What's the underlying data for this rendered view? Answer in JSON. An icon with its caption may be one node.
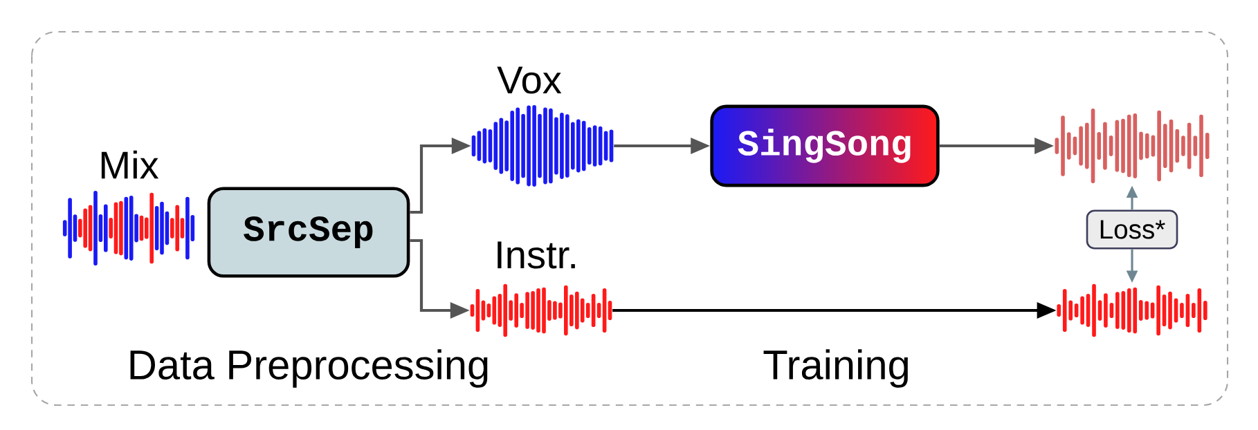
{
  "diagram": {
    "nodes": [
      {
        "text": [],
        "shape": "waveform",
        "beside": [
          "Mix"
        ]
      },
      {
        "text": [
          "SrcSep"
        ]
      },
      {
        "text": [],
        "shape": "waveform",
        "beside": [
          "Vox"
        ]
      },
      {
        "text": [],
        "shape": "waveform",
        "beside": [
          "Instr."
        ]
      },
      {
        "text": [
          "SingSong"
        ]
      },
      {
        "text": [],
        "shape": "waveform"
      },
      {
        "text": [
          "Loss*"
        ]
      },
      {
        "text": [],
        "shape": "waveform"
      }
    ],
    "edges": [
      {
        "from": 1,
        "to": 2,
        "arrow": "to"
      },
      {
        "from": 1,
        "to": 3,
        "arrow": "to"
      },
      {
        "from": 2,
        "to": 4,
        "arrow": "to"
      },
      {
        "from": 4,
        "to": 5,
        "arrow": "to"
      },
      {
        "from": 3,
        "to": 7,
        "arrow": "to",
        "color": "#000000"
      },
      {
        "from": 6,
        "to": 5,
        "arrow": "to",
        "color": "#6f8793"
      },
      {
        "from": 6,
        "to": 7,
        "arrow": "to",
        "color": "#6f8793"
      }
    ],
    "labels": [
      "Data Preprocessing",
      "Training"
    ]
  }
}
